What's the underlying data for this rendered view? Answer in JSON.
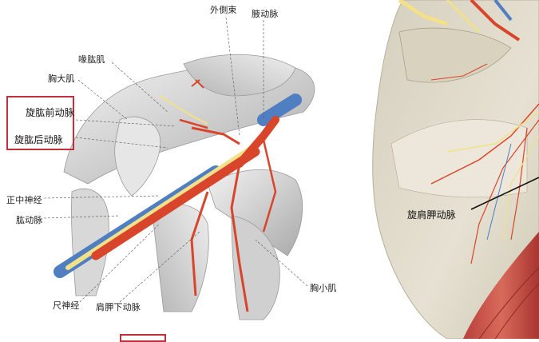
{
  "left_panel": {
    "labels": {
      "lateral_cord": "外側束",
      "axillary_artery_top": "腋动脉",
      "coracobrachialis": "喙肱肌",
      "pectoralis_major": "胸大肌",
      "anterior_circumflex_humeral": "旋肱前动脉",
      "posterior_circumflex_humeral": "旋肱后动脉",
      "median_nerve": "正中神经",
      "brachial_artery": "肱动脉",
      "ulnar_nerve": "尺神经",
      "subscapular_artery": "肩胛下动脉",
      "pectoralis_minor": "胸小肌"
    },
    "highlight_color": "#c0303a"
  },
  "right_panel": {
    "labels": {
      "circumflex_scapular": "旋肩胛动脉"
    }
  },
  "colors": {
    "artery": "#d8452a",
    "vein": "#4f7fc0",
    "nerve": "#f2e08a",
    "muscle_light": "#dcdcdc",
    "bone": "#e2dccb",
    "muscle_red": "#c0504d"
  }
}
